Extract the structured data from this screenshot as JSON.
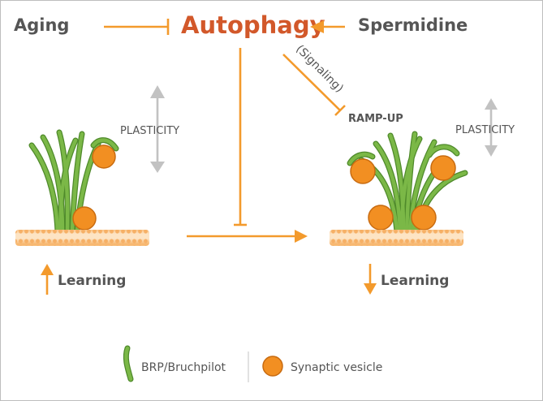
{
  "labels": {
    "aging": "Aging",
    "autophagy": "Autophagy",
    "spermidine": "Spermidine",
    "signaling": "(Signaling)",
    "ramp_up": "RAMP-UP",
    "plasticity_left": "PLASTICITY",
    "plasticity_right": "PLASTICITY",
    "learning_left": "Learning",
    "learning_right": "Learning"
  },
  "legend": {
    "brp": "BRP/Bruchpilot",
    "vesicle": "Synaptic vesicle"
  },
  "colors": {
    "orange": "#f39a2c",
    "autophagy_text": "#d2582a",
    "dark_text": "#555555",
    "gray_arrow": "#c2c2c2",
    "brp_green": "#79b545",
    "brp_dark": "#4f8a2b",
    "vesicle_fill": "#f28f22",
    "vesicle_stroke": "#c86b10",
    "membrane": "#fbd3a3",
    "membrane_edge": "#f2ab5d"
  }
}
